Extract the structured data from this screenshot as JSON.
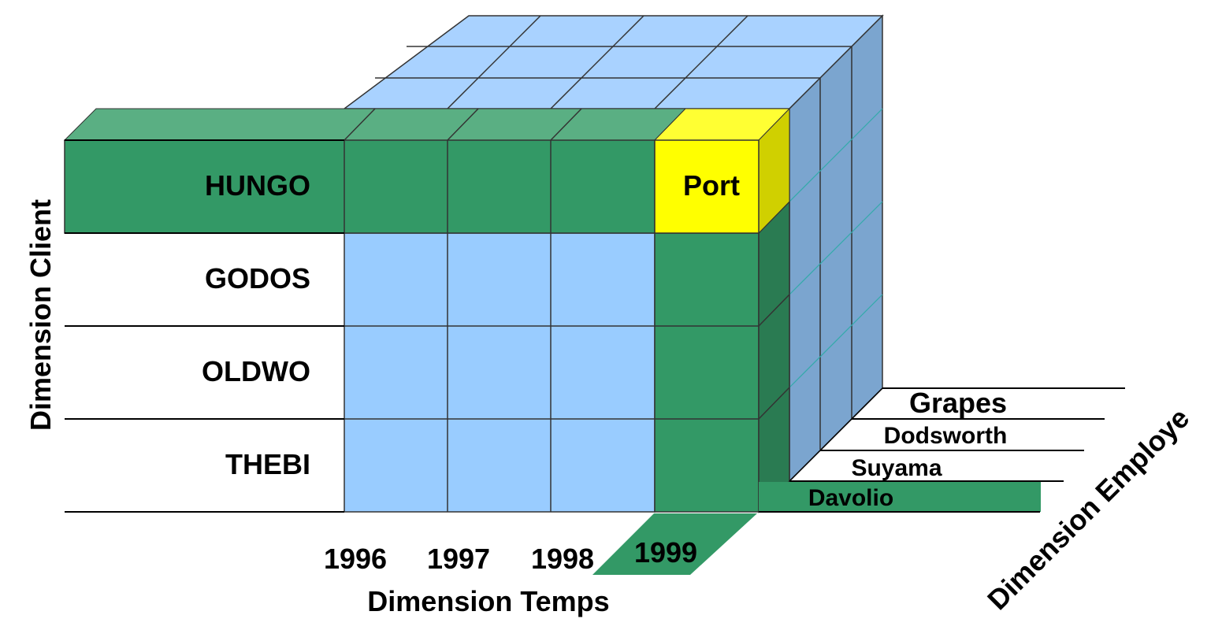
{
  "axes": {
    "client": "Dimension Client",
    "time": "Dimension Temps",
    "employee": "Dimension Employe"
  },
  "clients": [
    "HUNGO",
    "GODOS",
    "OLDWO",
    "THEBI"
  ],
  "years": [
    "1996",
    "1997",
    "1998",
    "1999"
  ],
  "employees": [
    "Davolio",
    "Suyama",
    "Dodsworth",
    "Grapes"
  ],
  "highlight": {
    "label": "Port",
    "client": "HUNGO",
    "year": "1999",
    "employee": "Davolio"
  },
  "colors": {
    "blue_front": "#99ccff",
    "blue_top": "#a9d2ff",
    "blue_side": "#7ba5cf",
    "green_front": "#339966",
    "green_top": "#5aaf83",
    "green_side": "#2a7b52",
    "yellow_front": "#ffff00",
    "yellow_top": "#ffff33",
    "yellow_side": "#d0d000"
  }
}
